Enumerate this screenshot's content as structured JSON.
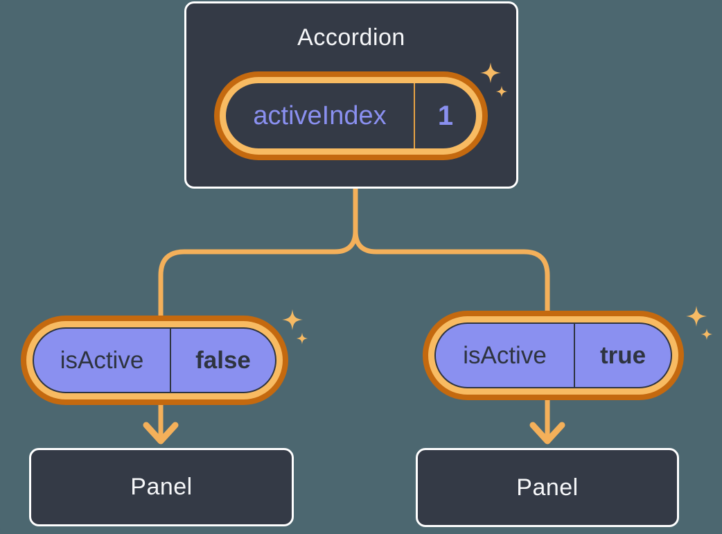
{
  "diagram": {
    "title_hint": "lifting state up: Accordion holds activeIndex, passes isActive to Panels",
    "root": {
      "title": "Accordion",
      "state": {
        "label": "activeIndex",
        "value": "1"
      }
    },
    "children": [
      {
        "prop": {
          "label": "isActive",
          "value": "false"
        },
        "panel": {
          "title": "Panel"
        }
      },
      {
        "prop": {
          "label": "isActive",
          "value": "true"
        },
        "panel": {
          "title": "Panel"
        }
      }
    ],
    "icons": [
      "sparkle-icon-state-large",
      "sparkle-icon-state-small",
      "sparkle-icon-left-large",
      "sparkle-icon-left-small",
      "sparkle-icon-right-large",
      "sparkle-icon-right-small"
    ],
    "colors": {
      "background": "#4C6770",
      "box_fill": "#343A46",
      "box_border": "#FFFFFF",
      "text_light": "#F6F7F9",
      "text_dark": "#2E3440",
      "purple": "#8A90F0",
      "ring_outer_orange": "#C4690F",
      "ring_inner_orange": "#F8BB62",
      "wire_orange": "#F4B05A",
      "sparkle_orange": "#F6BA64",
      "divider_orange": "#E8A344"
    }
  }
}
